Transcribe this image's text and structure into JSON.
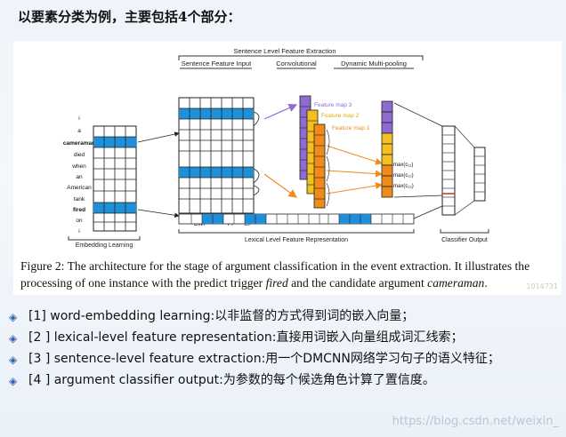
{
  "slide": {
    "title": "以要素分类为例，主要包括4个部分：",
    "bullets": [
      "[1] word-embedding learning:以非监督的方式得到词的嵌入向量；",
      "[2 ] lexical-level feature representation:直接用词嵌入向量组成词汇线索；",
      "[3 ] sentence-level feature extraction:用一个DMCNN网络学习句子的语义特征；",
      "[4 ] argument classifier output:为参数的每个候选角色计算了置信度。"
    ],
    "bullet_mark": "◈",
    "watermark": "https://blog.csdn.net/weixin_",
    "figure_id": "1014731"
  },
  "figure": {
    "header": "Sentence Level Feature Extraction",
    "section_labels": {
      "sentence_input": "Sentence Feature Input",
      "convolutional": "Convolutional",
      "pooling": "Dynamic Multi-pooling"
    },
    "feature_maps": [
      "Feature map 3",
      "Feature map 2",
      "Feature map 1"
    ],
    "pooling_labels": [
      "max(c₁₁)",
      "max(c₁₂)",
      "max(c₁₃)"
    ],
    "sub_labels": [
      "CWF",
      "PF",
      "EF"
    ],
    "words": [
      "i",
      "a",
      "cameraman",
      "died",
      "when",
      "an",
      "American",
      "tank",
      "fired",
      "on",
      "i"
    ],
    "embedding_label": "Embedding Learning",
    "lexical_label": "Lexical Level Feature Representation",
    "classifier_label": "Classifier Output",
    "caption_before": "Figure 2: The architecture for the stage of argument classification in the event extraction. It illustrates the processing of one instance with the predict trigger ",
    "caption_trigger": "fired",
    "caption_middle": " and the candidate argument ",
    "caption_argument": "cameraman",
    "caption_end": ".",
    "colors": {
      "blue": "#1f8fd8",
      "purple": "#8e6bd0",
      "yellow": "#f2c020",
      "orange": "#f08a1a",
      "red": "#d82a1a"
    }
  }
}
